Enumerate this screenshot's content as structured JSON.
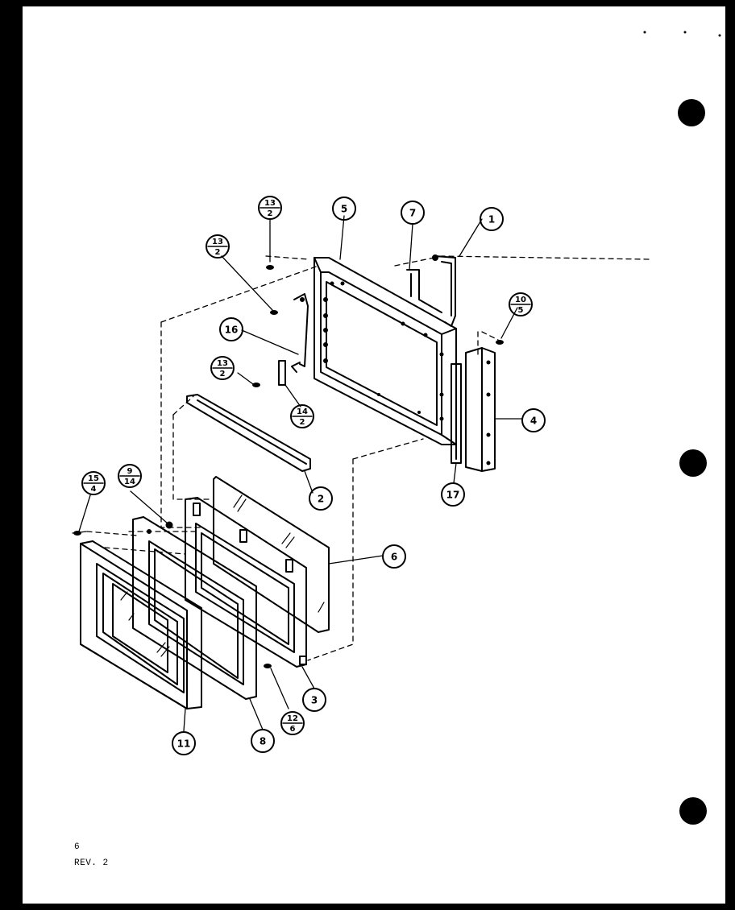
{
  "diagram": {
    "callouts": {
      "c1": "1",
      "c2": "2",
      "c3": "3",
      "c4": "4",
      "c5": "5",
      "c6": "6",
      "c7": "7",
      "c8": "8",
      "c11": "11",
      "c16": "16",
      "c17": "17"
    },
    "fraction_callouts": {
      "f13a": {
        "top": "13",
        "bottom": "2"
      },
      "f13b": {
        "top": "13",
        "bottom": "2"
      },
      "f13c": {
        "top": "13",
        "bottom": "2"
      },
      "f10": {
        "top": "10",
        "bottom": "5"
      },
      "f14": {
        "top": "14",
        "bottom": "2"
      },
      "f15": {
        "top": "15",
        "bottom": "4"
      },
      "f9": {
        "top": "9",
        "bottom": "14"
      },
      "f12": {
        "top": "12",
        "bottom": "6"
      }
    }
  },
  "footer": {
    "page_number": "6",
    "revision": "REV. 2"
  },
  "colors": {
    "ink": "#000000",
    "paper": "#ffffff",
    "border": "#000000"
  }
}
